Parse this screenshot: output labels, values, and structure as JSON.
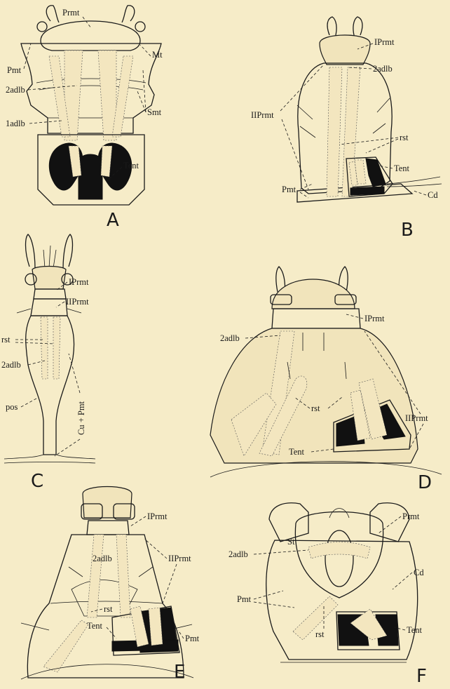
{
  "figures": {
    "A": {
      "letter": "A",
      "labels": {
        "prmt": "Prmt",
        "pmt": "Pmt",
        "adlb2": "2adlb",
        "adlb1": "1adlb",
        "mt": "Mt",
        "smt": "Smt",
        "tent": "Tent"
      }
    },
    "B": {
      "letter": "B",
      "labels": {
        "iprmt": "IPrmt",
        "adlb2": "2adlb",
        "iiprmt": "IIPrmt",
        "rst": "rst",
        "tent": "Tent",
        "pmt": "Pmt",
        "cd": "Cd"
      }
    },
    "C": {
      "letter": "C",
      "labels": {
        "iprmt": "IPrmt",
        "iiprmt": "IIPrmt",
        "rst": "rst",
        "adlb2": "2adlb",
        "pos": "pos",
        "cupmt": "Cu + Pmt"
      }
    },
    "D": {
      "letter": "D",
      "labels": {
        "iprmt": "IPrmt",
        "adlb2": "2adlb",
        "rst": "rst",
        "iiprmt": "IIPrmt",
        "tent": "Tent"
      }
    },
    "E": {
      "letter": "E",
      "labels": {
        "iprmt": "IPrmt",
        "adlb2": "2adlb",
        "iiprmt": "IIPrmt",
        "rst": "rst",
        "tent": "Tent",
        "pmt": "Pmt"
      }
    },
    "F": {
      "letter": "F",
      "labels": {
        "prmt": "Prmt",
        "adlb2": "2adlb",
        "st": "St",
        "cd": "Cd",
        "pmt": "Pmt",
        "rst": "rst",
        "tent": "Tent"
      }
    }
  }
}
